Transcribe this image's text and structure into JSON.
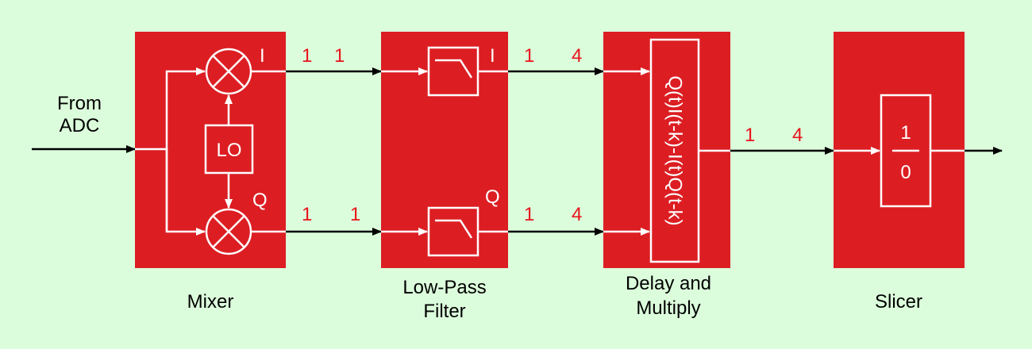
{
  "input": {
    "line1": "From",
    "line2": "ADC"
  },
  "mixer": {
    "label": "Mixer",
    "lo": "LO",
    "i": "I",
    "q": "Q"
  },
  "lpf": {
    "label1": "Low-Pass",
    "label2": "Filter",
    "i": "I",
    "q": "Q"
  },
  "delay": {
    "label1": "Delay and",
    "label2": "Multiply",
    "formula": "Q(t)I(t-k)-I(t)Q(t-k)"
  },
  "slicer": {
    "label": "Slicer",
    "top": "1",
    "bottom": "0"
  },
  "widths": {
    "mix_i": [
      "1",
      "1"
    ],
    "mix_q": [
      "1",
      "1"
    ],
    "lpf_i": [
      "1",
      "4"
    ],
    "lpf_q": [
      "1",
      "4"
    ],
    "dm_out": [
      "1",
      "4"
    ]
  },
  "colors": {
    "background": "#dcfddc",
    "block": "#dc1e23",
    "bitwidth": "#e8141c"
  }
}
